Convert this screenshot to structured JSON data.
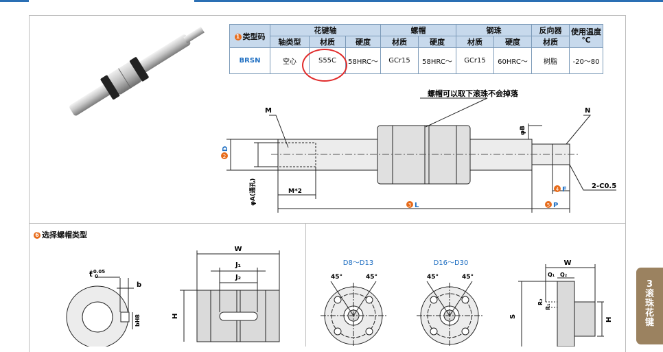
{
  "table": {
    "type_code_header": "类型码",
    "type_code_badge": "1",
    "spline_shaft": "花键轴",
    "nut": "螺帽",
    "steel_ball": "钢珠",
    "reverser": "反向器",
    "temp_line1": "使用温度",
    "temp_line2": "℃",
    "shaft_type": "轴类型",
    "material": "材质",
    "hardness": "硬度",
    "row": {
      "code": "BRSN",
      "shaft_type": "空心",
      "shaft_material": "S55C",
      "shaft_hardness": "58HRC～",
      "nut_material": "GCr15",
      "nut_hardness": "58HRC～",
      "ball_material": "GCr15",
      "ball_hardness": "60HRC～",
      "reverser_material": "树脂",
      "temp_range": "-20～80"
    }
  },
  "drawing": {
    "label_m": "M",
    "label_n": "N",
    "nut_note": "螺帽可以取下滚珠不会掉落",
    "phi_b": "φB",
    "label_d": "D",
    "badge_d": "2",
    "phi_a": "φA(通孔)",
    "m2": "M*2",
    "label_f": "F",
    "badge_f": "4",
    "chamfer": "2-C0.5",
    "label_l": "L",
    "badge_l": "3",
    "label_p": "P",
    "badge_p": "5"
  },
  "section6": {
    "badge": "6",
    "title": "选择螺帽类型"
  },
  "detail": {
    "tol": "+0.05",
    "tol0": "0",
    "t": "t",
    "b": "b",
    "bh8": "bH8",
    "w": "W",
    "j1": "J₁",
    "j2": "J₂",
    "h": "H",
    "range1": "D8～D13",
    "range2": "D16～D30",
    "deg45": "45°",
    "w2": "W",
    "q1": "Q₁",
    "q2": "Q₂",
    "r2": "R₂",
    "r1": "R₁",
    "s": "S",
    "h2": "H"
  },
  "side_tab": [
    "3",
    "滚",
    "珠",
    "花",
    "键"
  ],
  "colors": {
    "header_bg": "#c7d9ec",
    "accent_blue": "#1f6fc2",
    "badge_orange": "#e76b1a",
    "circle_red": "#e02a2a",
    "tab_brown": "#9b8260"
  }
}
